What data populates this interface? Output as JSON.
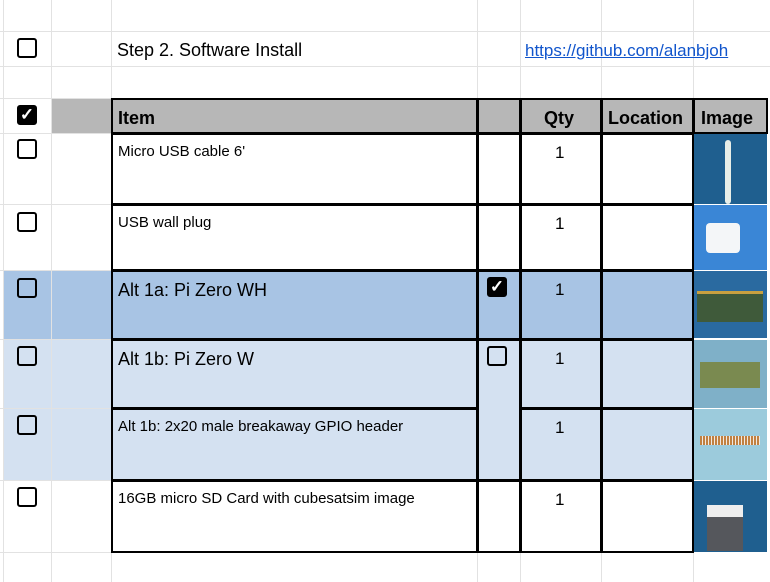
{
  "step": {
    "title": "Step 2. Software Install",
    "link": "https://github.com/alanbjoh"
  },
  "header": {
    "item": "Item",
    "qty": "Qty",
    "location": "Location",
    "image": "Image",
    "select_all_checked": true
  },
  "rows": [
    {
      "item": "Micro USB cable 6'",
      "qty": "1",
      "done": false,
      "alt_checked": null,
      "image": "micro-usb-cable-photo"
    },
    {
      "item": "USB wall plug",
      "qty": "1",
      "done": false,
      "alt_checked": null,
      "image": "usb-wall-plug-photo"
    },
    {
      "item": "Alt 1a: Pi Zero WH",
      "qty": "1",
      "done": false,
      "alt_checked": true,
      "image": "pi-zero-wh-photo"
    },
    {
      "item": "Alt 1b: Pi Zero W",
      "qty": "1",
      "done": false,
      "alt_checked": false,
      "image": "pi-zero-w-photo"
    },
    {
      "item": "Alt 1b: 2x20 male breakaway GPIO header",
      "qty": "1",
      "done": false,
      "alt_checked": null,
      "image": "gpio-header-photo"
    },
    {
      "item": "16GB micro SD Card with cubesatsim image",
      "qty": "1",
      "done": false,
      "alt_checked": null,
      "image": "sd-card-photo"
    }
  ],
  "colors": {
    "header_bg": "#b7b7b7",
    "selected_row": "#a8c4e4",
    "alt_rows": "#d4e1f1",
    "link": "#1155cc"
  }
}
